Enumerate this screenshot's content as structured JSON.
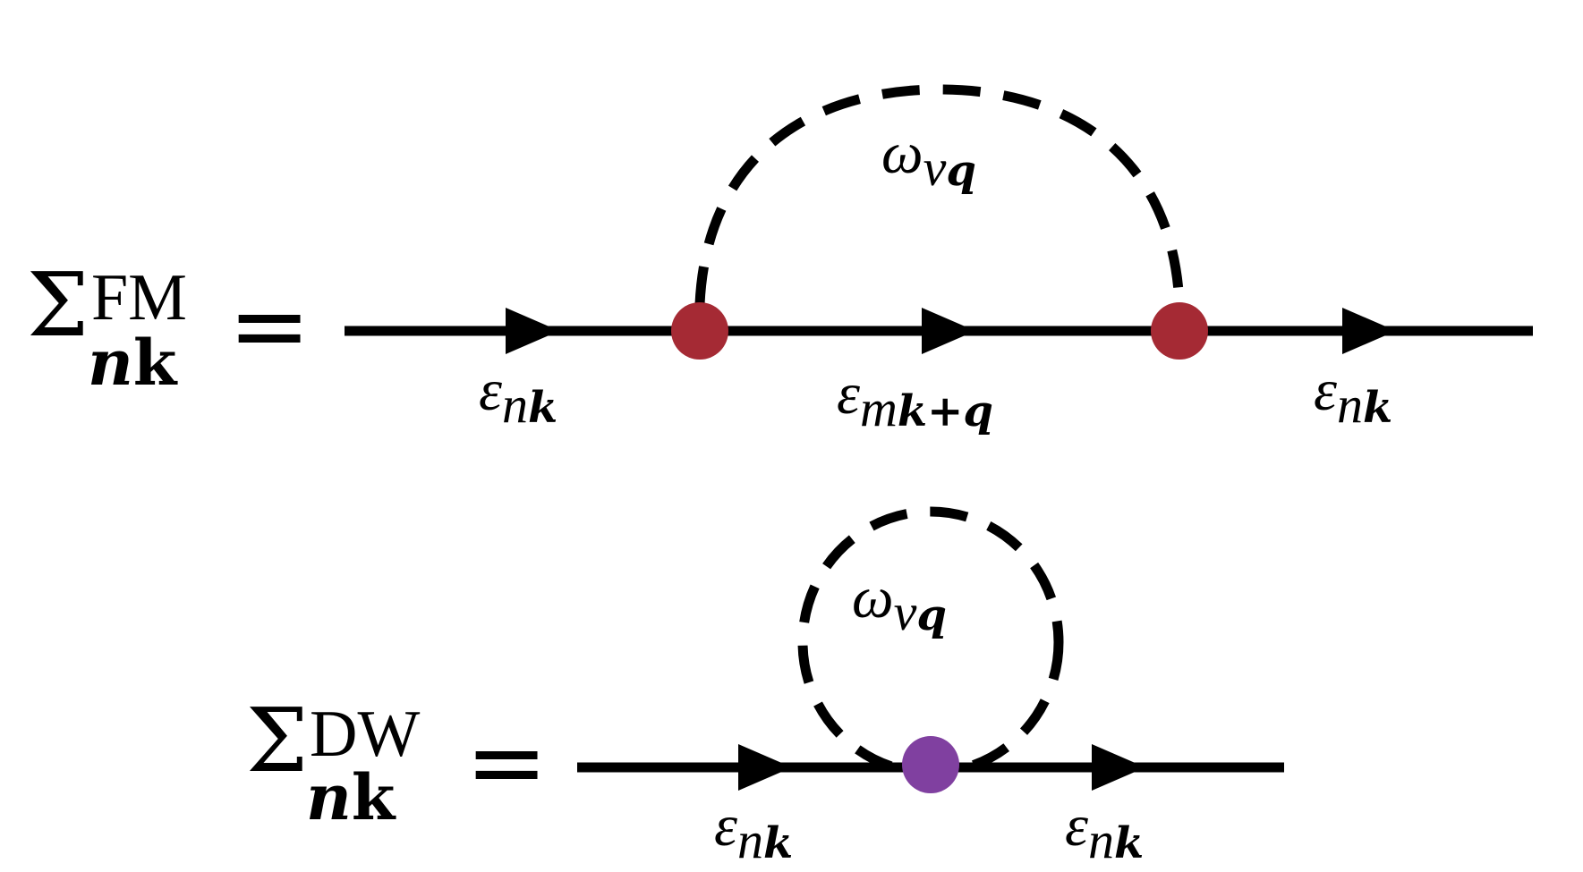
{
  "diagrams": [
    {
      "id": "fan-migdal",
      "lhs": {
        "symbol": "Σ",
        "superscript": "FM",
        "subscript_italic": "n",
        "subscript_bold": "k"
      },
      "equals": "=",
      "phonon_label": {
        "symbol": "ω",
        "sub_italic": "ν",
        "sub_bold": "q"
      },
      "vertex_count": 2,
      "vertex_color": "#A52A34",
      "propagators": [
        {
          "symbol": "ε",
          "sub_italic": "n",
          "sub_bold": "k"
        },
        {
          "symbol": "ε",
          "sub_italic": "m",
          "sub_bold": "k+q"
        },
        {
          "symbol": "ε",
          "sub_italic": "n",
          "sub_bold": "k"
        }
      ]
    },
    {
      "id": "debye-waller",
      "lhs": {
        "symbol": "Σ",
        "superscript": "DW",
        "subscript_italic": "n",
        "subscript_bold": "k"
      },
      "equals": "=",
      "phonon_label": {
        "symbol": "ω",
        "sub_italic": "ν",
        "sub_bold": "q"
      },
      "vertex_count": 1,
      "vertex_color": "#8040A0",
      "propagators": [
        {
          "symbol": "ε",
          "sub_italic": "n",
          "sub_bold": "k"
        },
        {
          "symbol": "ε",
          "sub_italic": "n",
          "sub_bold": "k"
        }
      ]
    }
  ]
}
